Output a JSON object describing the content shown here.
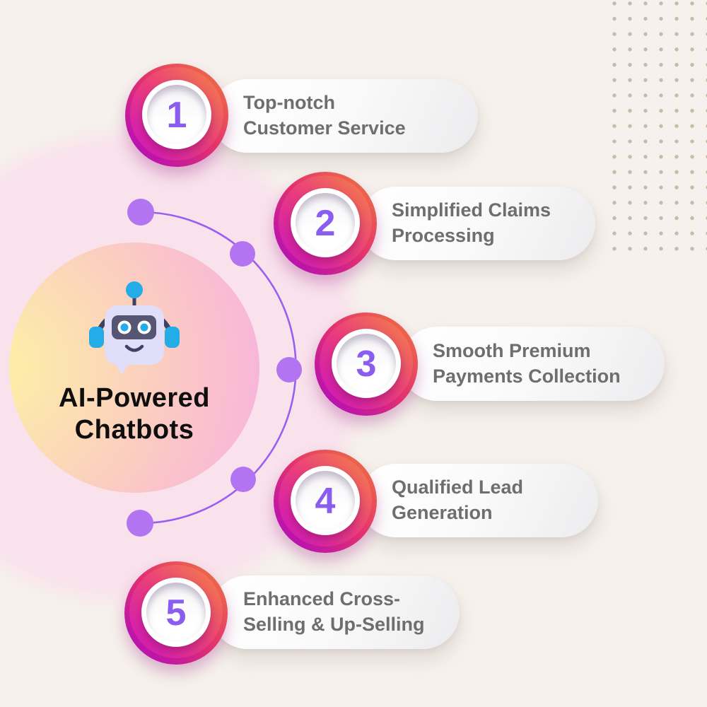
{
  "center": {
    "title_lines": [
      "AI-Powered",
      "Chatbots"
    ],
    "icon": "chatbot-robot-icon"
  },
  "items": [
    {
      "number": "1",
      "lines": [
        "Top-notch",
        "Customer Service"
      ]
    },
    {
      "number": "2",
      "lines": [
        "Simplified Claims",
        "Processing"
      ]
    },
    {
      "number": "3",
      "lines": [
        "Smooth Premium",
        "Payments Collection"
      ]
    },
    {
      "number": "4",
      "lines": [
        "Qualified Lead",
        "Generation"
      ]
    },
    {
      "number": "5",
      "lines": [
        "Enhanced Cross-",
        "Selling & Up-Selling"
      ]
    }
  ],
  "colors": {
    "background": "#f6f1ec",
    "dot_pattern": "#c9b9a7",
    "halo_pink": "#f9e2ec",
    "center_gradient_yellow": "#fdeca9",
    "center_gradient_pink": "#f8b5da",
    "arc_line": "#9a5ef0",
    "arc_dot": "#b274f1",
    "badge_orange": "#f58544",
    "badge_magenta": "#ea3d7c",
    "badge_purple": "#cd13c4",
    "number_purple": "#8a5cf0",
    "pill_text": "#6e6e6e",
    "title_text": "#0e0e0e",
    "robot_cyan": "#22ace8",
    "robot_navy": "#3f4164",
    "robot_lavender": "#e0def8",
    "robot_faceplate": "#565672"
  }
}
